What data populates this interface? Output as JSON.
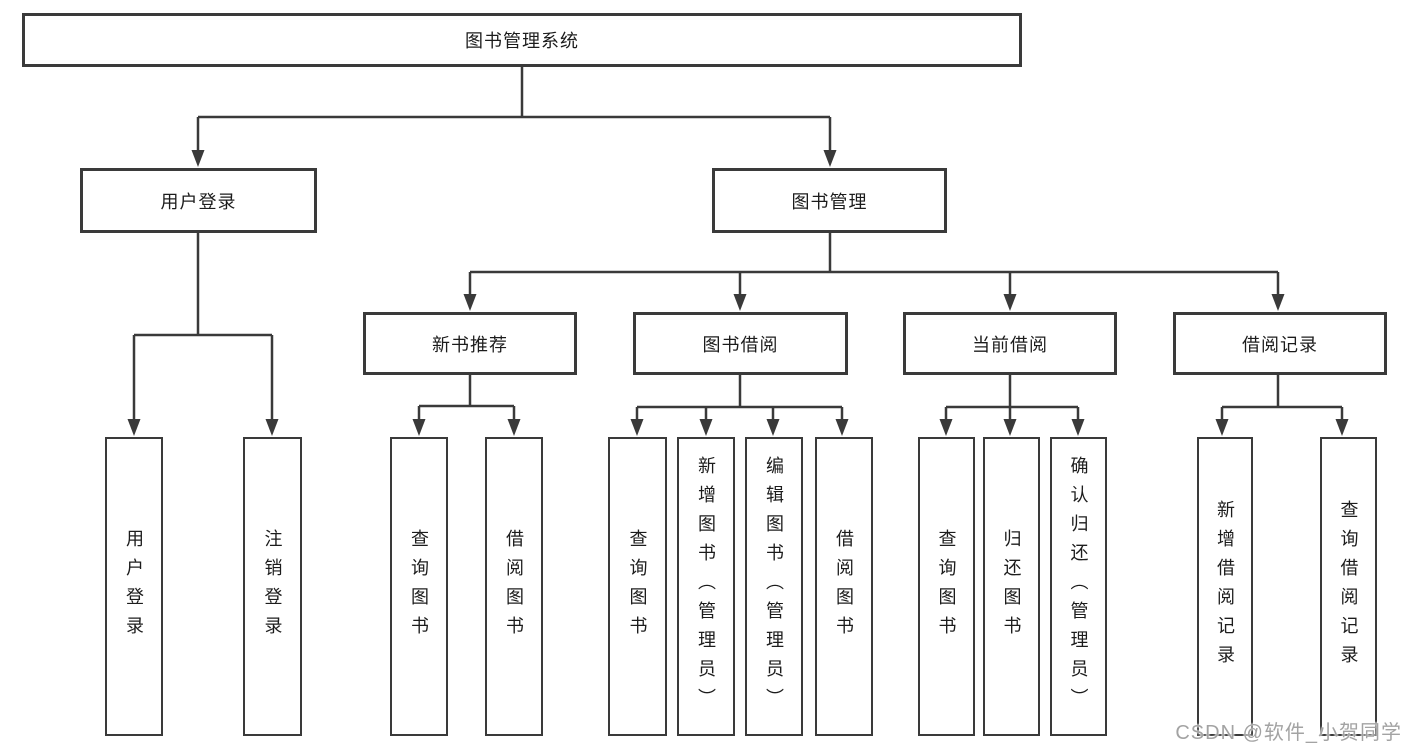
{
  "diagram": {
    "root": {
      "label": "图书管理系统"
    },
    "branches": {
      "user_login": {
        "label": "用户登录"
      },
      "book_management": {
        "label": "图书管理"
      }
    },
    "modules": {
      "new_book_recommend": {
        "label": "新书推荐"
      },
      "book_borrow": {
        "label": "图书借阅"
      },
      "current_borrow": {
        "label": "当前借阅"
      },
      "borrow_records": {
        "label": "借阅记录"
      }
    },
    "leaves": {
      "user_login_leaf": {
        "label": "用户登录"
      },
      "logout_leaf": {
        "label": "注销登录"
      },
      "nb_query_books": {
        "label": "查询图书"
      },
      "nb_borrow_books": {
        "label": "借阅图书"
      },
      "bb_query_books": {
        "label": "查询图书"
      },
      "bb_add_books": {
        "label": "新增图书（管理员）"
      },
      "bb_edit_books": {
        "label": "编辑图书（管理员）"
      },
      "bb_borrow_books": {
        "label": "借阅图书"
      },
      "cb_query_books": {
        "label": "查询图书"
      },
      "cb_return_books": {
        "label": "归还图书"
      },
      "cb_confirm_return": {
        "label": "确认归还（管理员）"
      },
      "br_add_record": {
        "label": "新增借阅记录"
      },
      "br_query_record": {
        "label": "查询借阅记录"
      }
    }
  },
  "watermark": {
    "text": "CSDN @软件_小贺同学"
  },
  "colors": {
    "line": "#3a3a3a",
    "text": "#1c1c1c",
    "background": "#ffffff",
    "watermark": "#a3a3a3"
  }
}
